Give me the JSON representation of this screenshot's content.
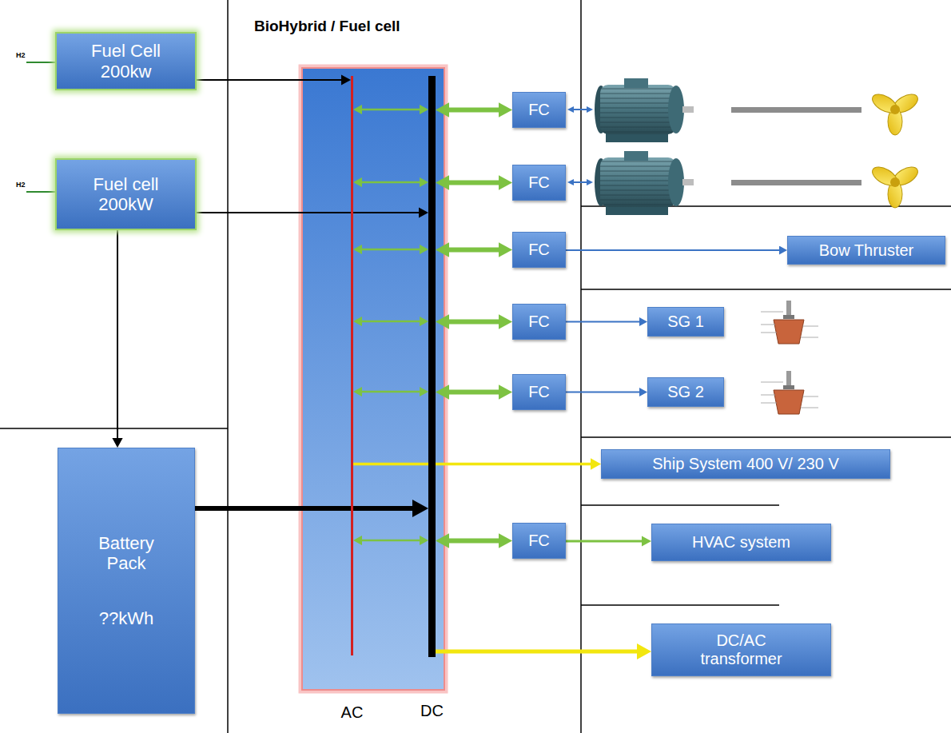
{
  "diagram": {
    "title": "BioHybrid / Fuel cell",
    "nodes": [
      {
        "text": [
          "Fuel Cell 200kw"
        ]
      },
      {
        "text": [
          "Fuel cell 200kW"
        ]
      },
      {
        "text": [
          "Battery Pack",
          "??kWh"
        ]
      },
      {
        "text": [
          "AC"
        ]
      },
      {
        "text": [
          "DC"
        ]
      },
      {
        "text": [
          "FC"
        ]
      },
      {
        "text": [
          "FC"
        ]
      },
      {
        "text": [
          "FC"
        ]
      },
      {
        "text": [
          "Bow Thruster"
        ]
      },
      {
        "text": [
          "FC"
        ]
      },
      {
        "text": [
          "SG 1"
        ]
      },
      {
        "text": [
          "FC"
        ]
      },
      {
        "text": [
          "SG 2"
        ]
      },
      {
        "text": [
          "Ship System 400 V/ 230 V"
        ]
      },
      {
        "text": [
          "FC"
        ]
      },
      {
        "text": [
          "HVAC system"
        ]
      },
      {
        "text": [
          "DC/AC transformer"
        ]
      }
    ],
    "edges": [
      {
        "from": 0,
        "to": 3,
        "arrow": "to"
      },
      {
        "from": 1,
        "to": 4,
        "arrow": "to"
      },
      {
        "from": 1,
        "to": 2,
        "arrow": "to"
      },
      {
        "from": 2,
        "to": 4,
        "arrow": "to"
      },
      {
        "from": 3,
        "to": 4,
        "arrow": "both"
      },
      {
        "from": 3,
        "to": 4,
        "arrow": "both"
      },
      {
        "from": 3,
        "to": 4,
        "arrow": "both"
      },
      {
        "from": 3,
        "to": 4,
        "arrow": "both"
      },
      {
        "from": 3,
        "to": 4,
        "arrow": "both"
      },
      {
        "from": 3,
        "to": 4,
        "arrow": "both"
      },
      {
        "from": 4,
        "to": 5,
        "arrow": "both"
      },
      {
        "from": 4,
        "to": 6,
        "arrow": "both"
      },
      {
        "from": 4,
        "to": 7,
        "arrow": "both"
      },
      {
        "from": 7,
        "to": 8,
        "arrow": "to"
      },
      {
        "from": 4,
        "to": 9,
        "arrow": "both"
      },
      {
        "from": 9,
        "to": 10,
        "arrow": "to"
      },
      {
        "from": 4,
        "to": 11,
        "arrow": "both"
      },
      {
        "from": 11,
        "to": 12,
        "arrow": "to"
      },
      {
        "from": 3,
        "to": 13,
        "arrow": "to"
      },
      {
        "from": 4,
        "to": 14,
        "arrow": "both"
      },
      {
        "from": 14,
        "to": 15,
        "arrow": "to"
      },
      {
        "from": 4,
        "to": 16,
        "arrow": "to"
      }
    ],
    "labels": [
      "H2",
      "H2"
    ]
  }
}
